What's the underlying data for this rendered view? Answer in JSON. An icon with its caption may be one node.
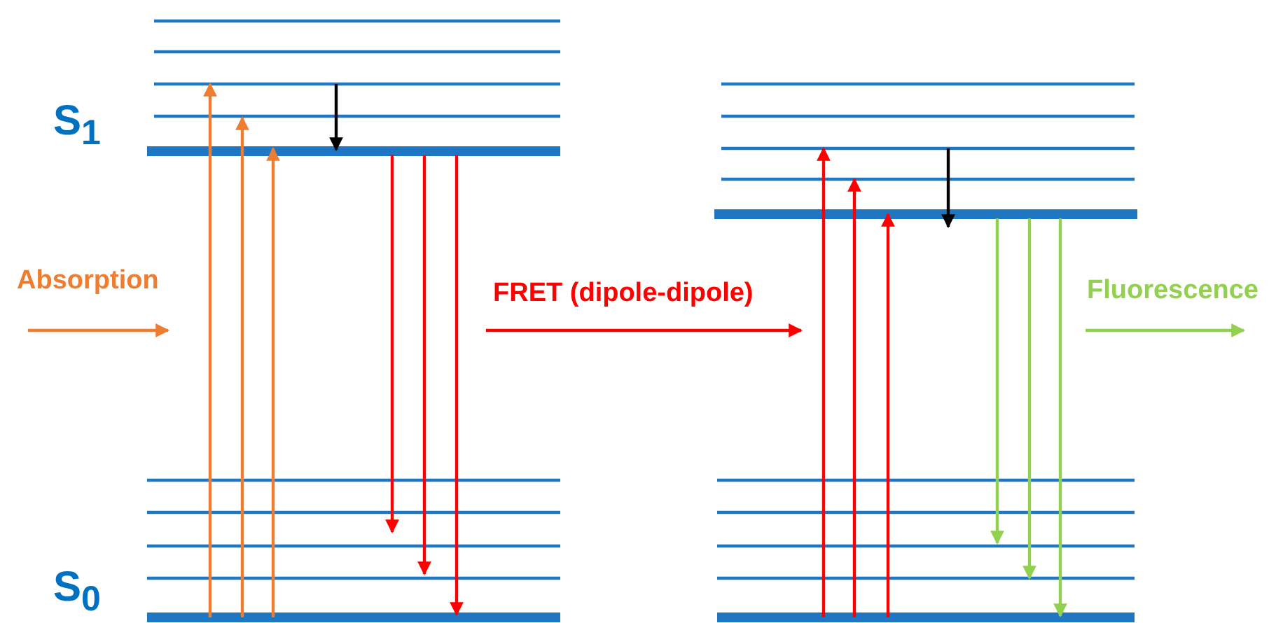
{
  "diagram": {
    "labels": [
      "S$_{1}$",
      "S$_{0}$",
      "Absorption",
      "FRET (dipole-dipole)",
      "Fluorescence"
    ]
  }
}
